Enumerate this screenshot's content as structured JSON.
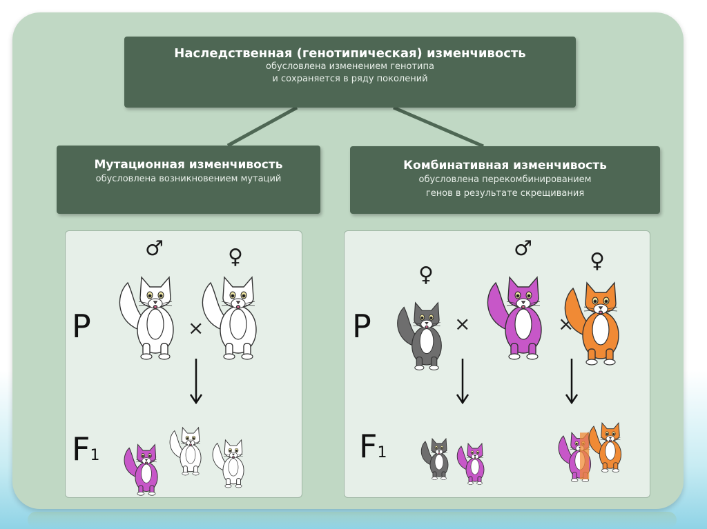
{
  "main": {
    "title": "Наследственная (генотипическая) изменчивость",
    "line1": "обусловлена изменением генотипа",
    "line2": "и  сохраняется в ряду поколений"
  },
  "mutation": {
    "title": "Мутационная изменчивость",
    "line1": "обусловлена возникновением мутаций"
  },
  "combinative": {
    "title": "Комбинативная изменчивость",
    "line1": "обусловлена перекомбинированием",
    "line2": "генов в результате скрещивания"
  },
  "symbols": {
    "male": "♂",
    "female": "♀",
    "cross": "×",
    "parents": "P",
    "f1_letter": "F",
    "f1_index": "1"
  },
  "colors": {
    "panel_bg": "#c0d8c4",
    "header_bg": "#4e6754",
    "white_cat": "#ffffff",
    "gray_cat": "#6e6e6e",
    "purple_cat": "#c757c8",
    "orange_cat": "#f08a35"
  }
}
